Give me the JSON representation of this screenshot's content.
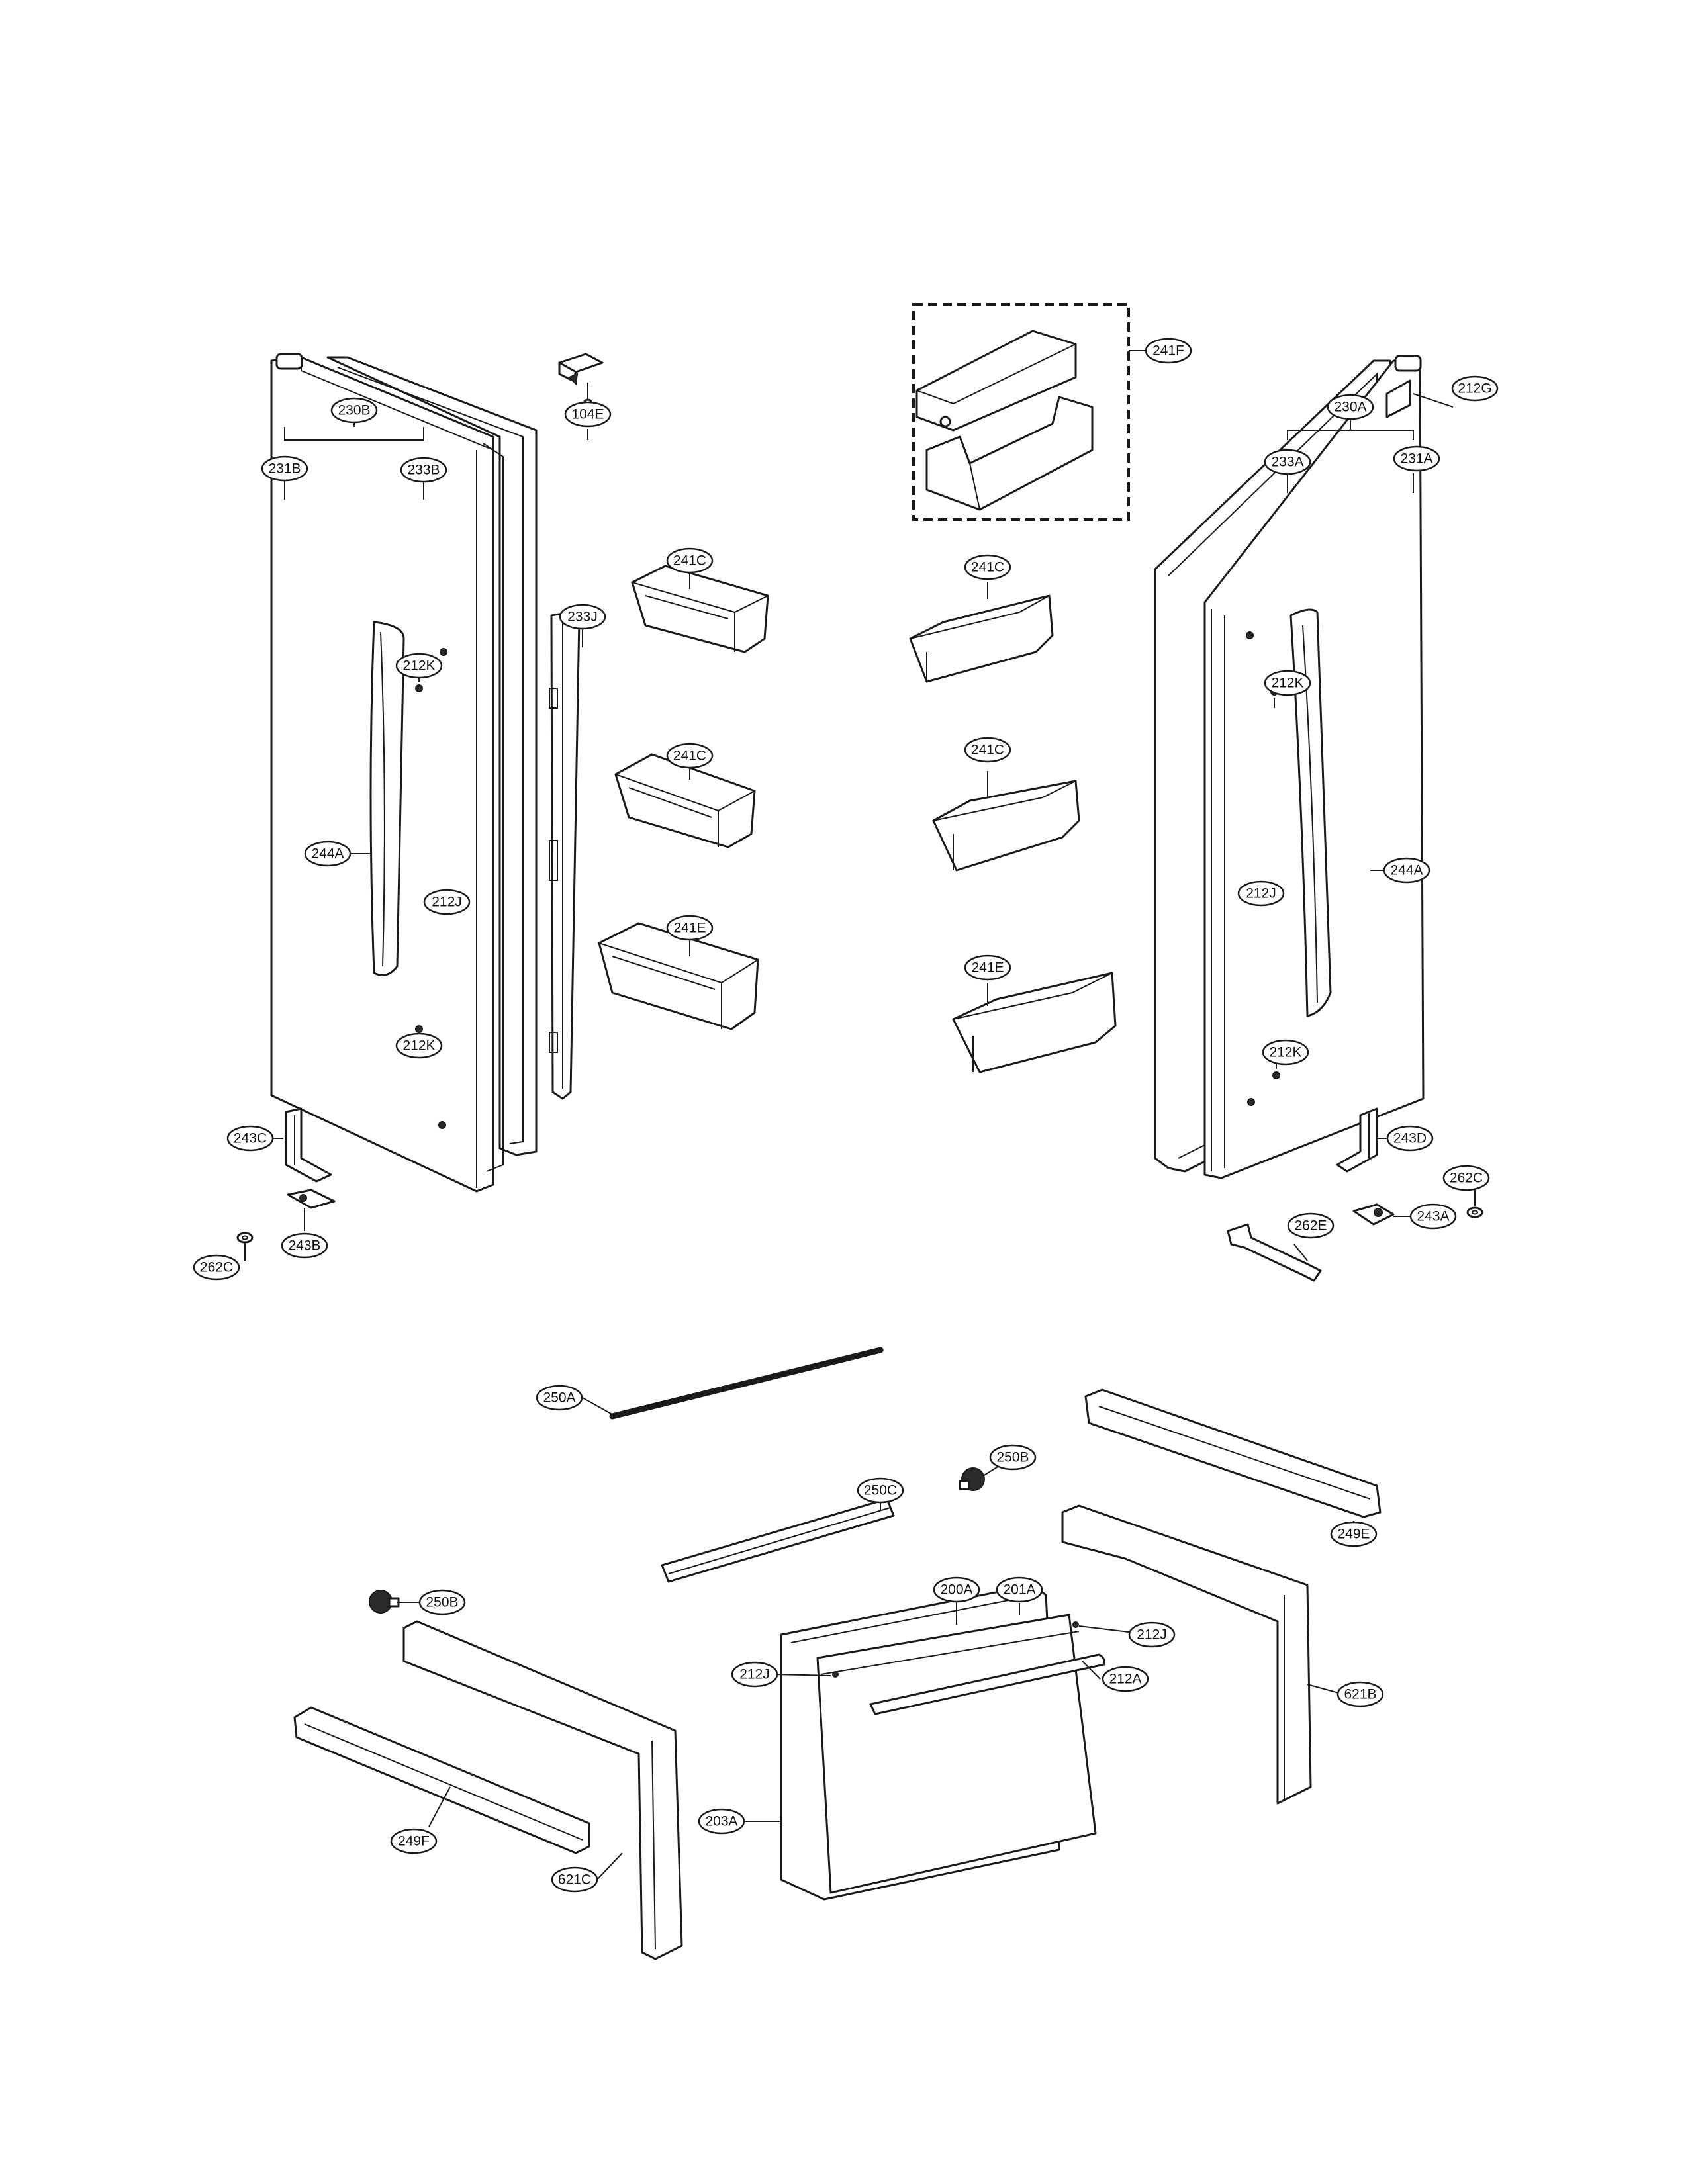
{
  "labels": {
    "l230B": "230B",
    "l231B": "231B",
    "l233B": "233B",
    "l104E": "104E",
    "l233J": "233J",
    "l241C_1": "241C",
    "l241C_2": "241C",
    "l241E_1": "241E",
    "l212K_1": "212K",
    "l244A_1": "244A",
    "l212J_1": "212J",
    "l212K_2": "212K",
    "l243C": "243C",
    "l243B": "243B",
    "l262C_1": "262C",
    "l241F": "241F",
    "l230A": "230A",
    "l233A": "233A",
    "l231A": "231A",
    "l212G": "212G",
    "l241C_3": "241C",
    "l241C_4": "241C",
    "l241E_2": "241E",
    "l212K_3": "212K",
    "l244A_2": "244A",
    "l212J_2": "212J",
    "l212K_4": "212K",
    "l243D": "243D",
    "l262C_2": "262C",
    "l243A": "243A",
    "l262E": "262E",
    "l250A": "250A",
    "l250B_1": "250B",
    "l250C": "250C",
    "l249E": "249E",
    "l200A": "200A",
    "l201A": "201A",
    "l212J_3": "212J",
    "l212J_4": "212J",
    "l212A": "212A",
    "l250B_2": "250B",
    "l621B": "621B",
    "l203A": "203A",
    "l249F": "249F",
    "l621C": "621C"
  },
  "colors": {
    "line": "#1a1a1a",
    "background": "#ffffff"
  }
}
